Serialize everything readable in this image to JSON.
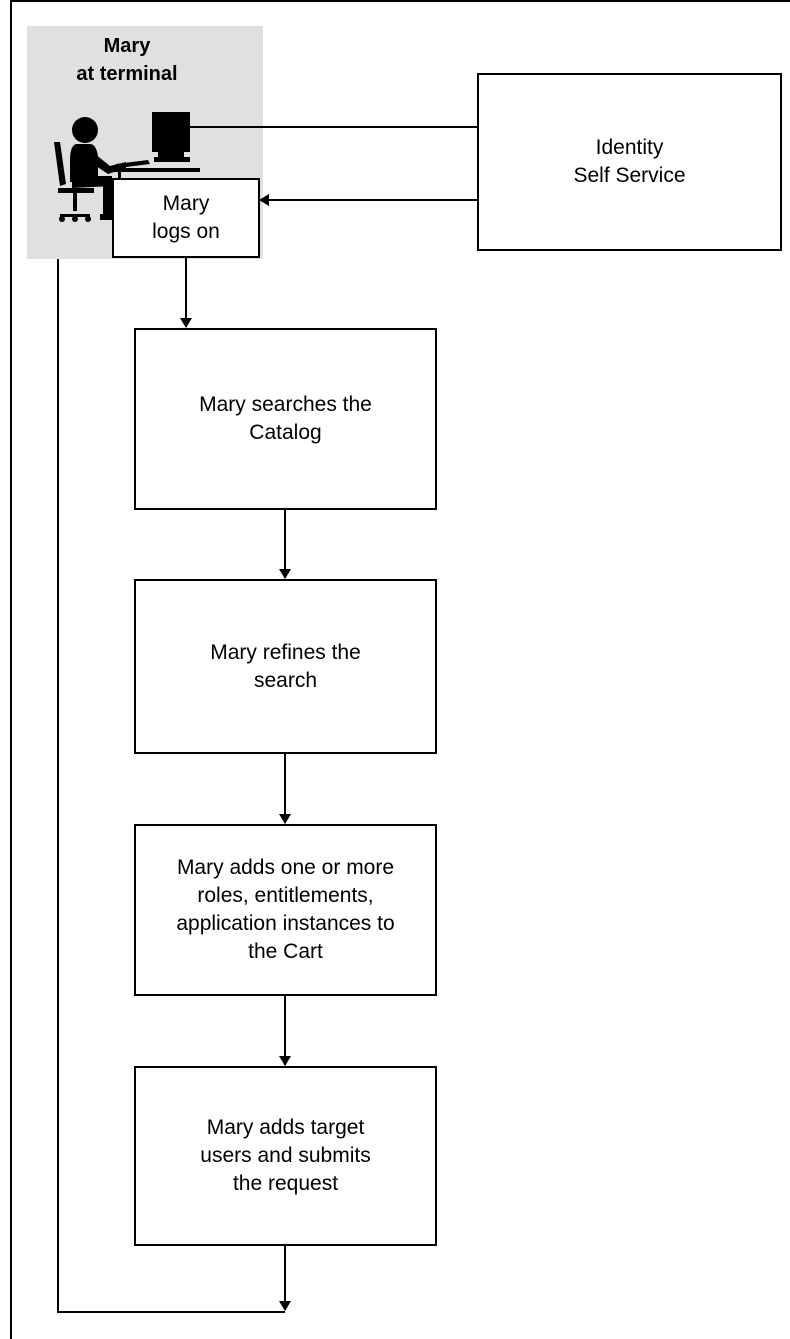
{
  "actor": {
    "title": "Mary\nat terminal",
    "icon": "person-at-computer-icon"
  },
  "nodes": {
    "logon": "Mary\nlogs on",
    "identity_self_service": "Identity\nSelf Service",
    "search_catalog": "Mary searches the\nCatalog",
    "refine_search": "Mary refines the\nsearch",
    "add_to_cart": "Mary adds one or more\nroles, entitlements,\napplication instances to\nthe Cart",
    "add_targets_submit": "Mary adds target\nusers and submits\nthe request"
  },
  "colors": {
    "panel": "#e0e0e0",
    "line": "#000000"
  }
}
